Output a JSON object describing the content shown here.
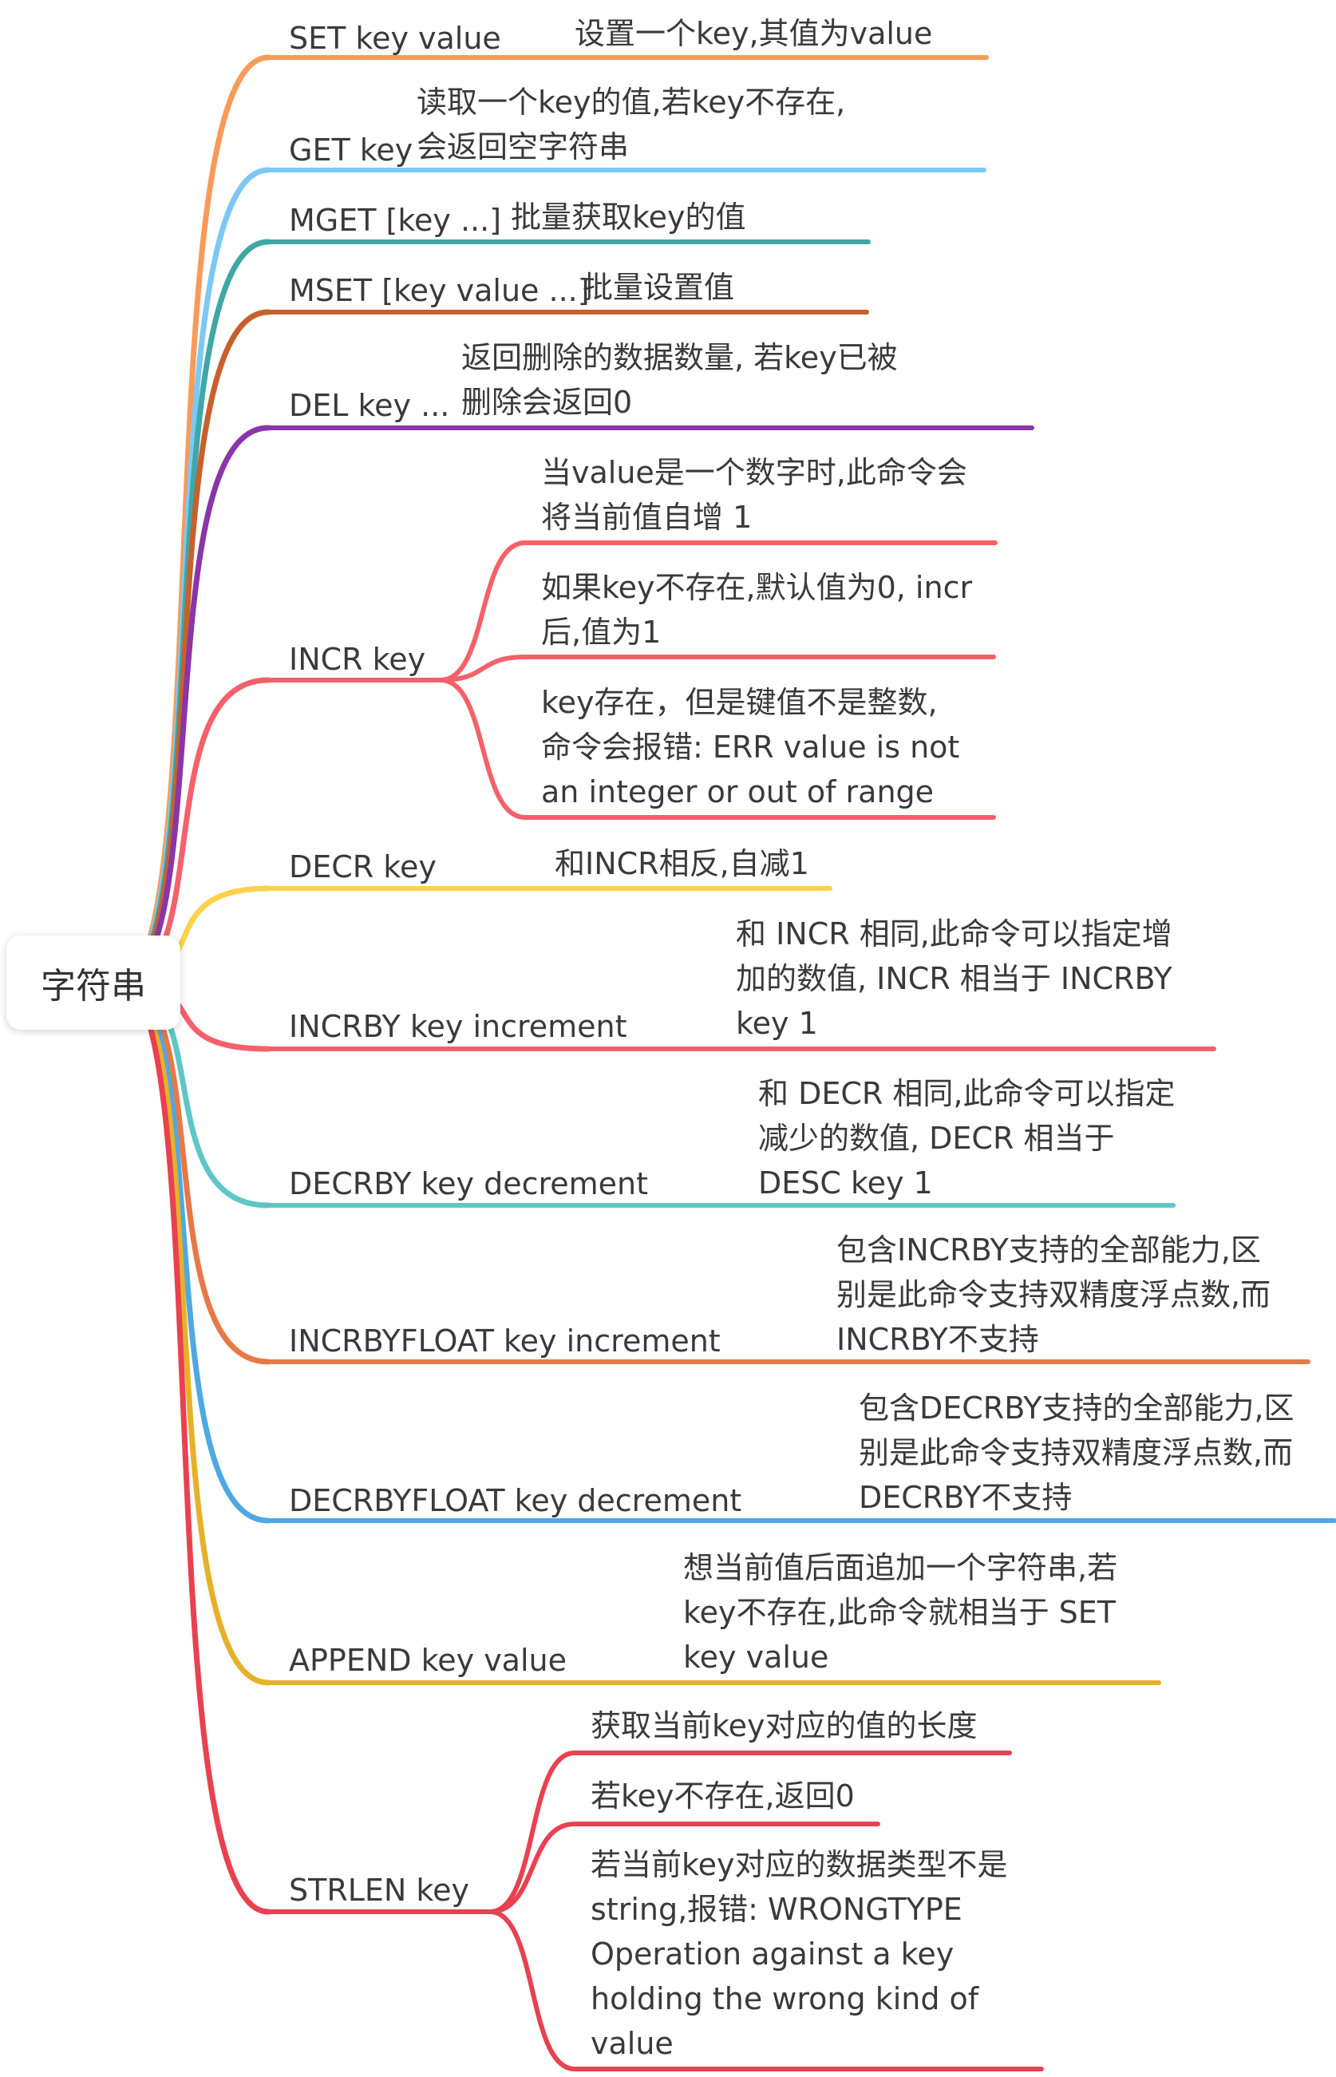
{
  "root": "字符串",
  "nodes": [
    {
      "name": "SET key value",
      "color": "#f79b5a",
      "descs": [
        "设置一个key,其值为value"
      ]
    },
    {
      "name": "GET key",
      "color": "#7cc8f5",
      "descs": [
        "读取一个key的值,若key不存在,\n会返回空字符串"
      ]
    },
    {
      "name": "MGET [key ...]",
      "color": "#3fa7a4",
      "descs": [
        "批量获取key的值"
      ]
    },
    {
      "name": "MSET [key value ...]",
      "color": "#c8602c",
      "descs": [
        "批量设置值"
      ]
    },
    {
      "name": "DEL key ...",
      "color": "#8a35a8",
      "descs": [
        "返回删除的数据数量, 若key已被\n删除会返回0"
      ]
    },
    {
      "name": "INCR key",
      "color": "#f4616a",
      "descs": [
        "当value是一个数字时,此命令会\n将当前值自增 1",
        "如果key不存在,默认值为0, incr\n后,值为1",
        "key存在，但是键值不是整数,\n命令会报错: ERR value is not\nan integer or out of range"
      ]
    },
    {
      "name": "DECR key",
      "color": "#fdd24a",
      "descs": [
        "和INCR相反,自减1"
      ]
    },
    {
      "name": "INCRBY key increment",
      "color": "#f4616a",
      "descs": [
        "和 INCR 相同,此命令可以指定增\n加的数值, INCR 相当于 INCRBY\nkey 1"
      ]
    },
    {
      "name": "DECRBY key decrement",
      "color": "#5fc6c8",
      "descs": [
        "和 DECR 相同,此命令可以指定\n减少的数值, DECR 相当于\nDESC key 1"
      ]
    },
    {
      "name": "INCRBYFLOAT key increment",
      "color": "#e57a48",
      "descs": [
        "包含INCRBY支持的全部能力,区\n别是此命令支持双精度浮点数,而\nINCRBY不支持"
      ]
    },
    {
      "name": "DECRBYFLOAT key decrement",
      "color": "#4fa8e4",
      "descs": [
        "包含DECRBY支持的全部能力,区\n别是此命令支持双精度浮点数,而\nDECRBY不支持"
      ]
    },
    {
      "name": "APPEND key value",
      "color": "#e6b12a",
      "descs": [
        "想当前值后面追加一个字符串,若\nkey不存在,此命令就相当于 SET\nkey value"
      ]
    },
    {
      "name": "STRLEN key",
      "color": "#e8414f",
      "descs": [
        "获取当前key对应的值的长度",
        "若key不存在,返回0",
        "若当前key对应的数据类型不是\nstring,报错: WRONGTYPE\nOperation against a key\nholding the wrong kind of\nvalue"
      ]
    }
  ]
}
